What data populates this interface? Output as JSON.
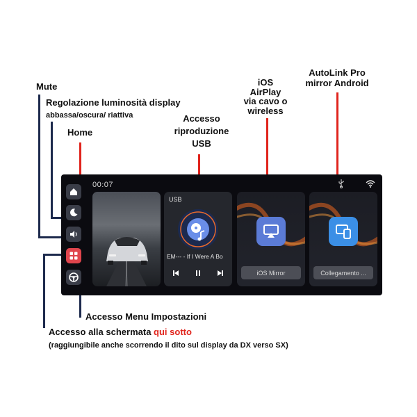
{
  "annotations": {
    "mute": "Mute",
    "brightness_title": "Regolazione luminosità display",
    "brightness_sub": "abbassa/oscura/ riattiva",
    "home": "Home",
    "usb": [
      "Accesso",
      "riproduzione",
      "USB"
    ],
    "ios": [
      "iOS",
      "AirPlay",
      "via cavo o",
      "wireless"
    ],
    "autolink": [
      "AutoLink Pro",
      "mirror Android"
    ],
    "settings_menu": "Accesso Menu Impostazioni",
    "screen_below_prefix": "Accesso alla schermata ",
    "screen_below_highlight": "qui sotto",
    "swipe_note": "(raggiungibile anche scorrendo il dito sul display da DX verso SX)"
  },
  "colors": {
    "accent_red": "#e0241c",
    "navy": "#1d2a4d",
    "screen_bg": "#0b0b10"
  },
  "screen": {
    "time": "00:07",
    "status_icons": [
      "usb-icon",
      "wifi-icon"
    ],
    "sidebar": [
      {
        "icon": "home-icon"
      },
      {
        "icon": "moon-icon"
      },
      {
        "icon": "volume-icon"
      },
      {
        "icon": "apps-grid-icon"
      },
      {
        "icon": "steering-wheel-icon"
      }
    ],
    "usb_card": {
      "title": "USB",
      "track": "EM--- - If I Were A Bo",
      "controls": [
        "previous-icon",
        "pause-icon",
        "next-icon"
      ]
    },
    "ios_card": {
      "label": "iOS Mirror",
      "icon": "airplay-icon"
    },
    "autolink_card": {
      "label": "Collegamento ...",
      "icon": "screen-mirror-icon"
    }
  }
}
